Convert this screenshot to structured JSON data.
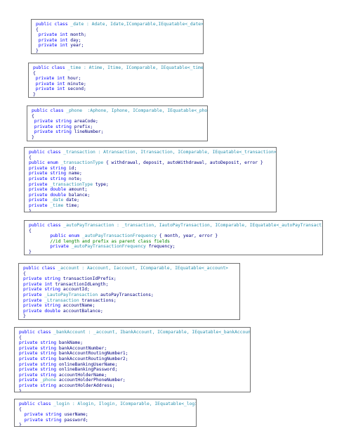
{
  "colors": {
    "keyword": "#0000ff",
    "type": "#2b91af",
    "comment": "#008000",
    "plain": "#000080",
    "border": "#707070"
  },
  "blocks": [
    {
      "name": "date-class-box",
      "lines": [
        [
          [
            "kw",
            "public class "
          ],
          [
            "ty",
            "_date : Adate, Idate,IComparable,IEquatable<_date>"
          ]
        ],
        [
          [
            "pl",
            "{"
          ]
        ],
        [
          [
            "pl",
            " "
          ],
          [
            "kw",
            "private int "
          ],
          [
            "pl",
            "month;"
          ]
        ],
        [
          [
            "pl",
            " "
          ],
          [
            "kw",
            "private int "
          ],
          [
            "pl",
            "day;"
          ]
        ],
        [
          [
            "pl",
            " "
          ],
          [
            "kw",
            "private int "
          ],
          [
            "pl",
            "year;"
          ]
        ],
        [
          [
            "pl",
            "}"
          ]
        ]
      ]
    },
    {
      "name": "time-class-box",
      "lines": [
        [
          [
            "kw",
            "public class "
          ],
          [
            "ty",
            "_time : Atime, Itime, IComparable, IEquatable<_time>"
          ]
        ],
        [
          [
            "pl",
            "{"
          ]
        ],
        [
          [
            "pl",
            " "
          ],
          [
            "kw",
            "private int "
          ],
          [
            "pl",
            "hour;"
          ]
        ],
        [
          [
            "pl",
            " "
          ],
          [
            "kw",
            "private int "
          ],
          [
            "pl",
            "minute;"
          ]
        ],
        [
          [
            "pl",
            " "
          ],
          [
            "kw",
            "private int "
          ],
          [
            "pl",
            "second;"
          ]
        ],
        [
          [
            "pl",
            "}"
          ]
        ]
      ]
    },
    {
      "name": "phone-class-box",
      "lines": [
        [
          [
            "kw",
            "public class "
          ],
          [
            "ty",
            "_phone  :Aphone, Iphone, IComparable, IEquatable<_phone>"
          ]
        ],
        [
          [
            "pl",
            "{"
          ]
        ],
        [
          [
            "pl",
            " "
          ],
          [
            "kw",
            "private string "
          ],
          [
            "pl",
            "areaCode;"
          ]
        ],
        [
          [
            "pl",
            " "
          ],
          [
            "kw",
            "private string "
          ],
          [
            "pl",
            "prefix;"
          ]
        ],
        [
          [
            "pl",
            " "
          ],
          [
            "kw",
            "private string "
          ],
          [
            "pl",
            "lineNumber;"
          ]
        ],
        [
          [
            "pl",
            "}"
          ]
        ]
      ]
    },
    {
      "name": "transaction-class-box",
      "lines": [
        [
          [
            "kw",
            "public class "
          ],
          [
            "ty",
            "_transaction : Atransaction, Itransaction, IComparable, IEquatable<_transaction>"
          ]
        ],
        [
          [
            "pl",
            "{"
          ]
        ],
        [
          [
            "kw",
            "public enum "
          ],
          [
            "ty",
            "_transactionType "
          ],
          [
            "pl",
            "{ withdrawal, deposit, autoWithdrawal, autoDeposit, error }"
          ]
        ],
        [
          [
            "kw",
            "private string "
          ],
          [
            "pl",
            "id;"
          ]
        ],
        [
          [
            "kw",
            "private string "
          ],
          [
            "pl",
            "name;"
          ]
        ],
        [
          [
            "kw",
            "private string "
          ],
          [
            "pl",
            "note;"
          ]
        ],
        [
          [
            "kw",
            "private "
          ],
          [
            "ty",
            "_transactionType "
          ],
          [
            "pl",
            "type;"
          ]
        ],
        [
          [
            "kw",
            "private double "
          ],
          [
            "pl",
            "amount;"
          ]
        ],
        [
          [
            "kw",
            "private double "
          ],
          [
            "pl",
            "balance;"
          ]
        ],
        [
          [
            "kw",
            "private "
          ],
          [
            "ty",
            "_date "
          ],
          [
            "pl",
            "date;"
          ]
        ],
        [
          [
            "kw",
            "private "
          ],
          [
            "ty",
            "_time "
          ],
          [
            "pl",
            "time;"
          ]
        ],
        [
          [
            "pl",
            "}"
          ]
        ]
      ]
    },
    {
      "name": "autopay-transaction-class-box",
      "lines": [
        [
          [
            "kw",
            "public class "
          ],
          [
            "ty",
            "_autoPayTransaction : _transaction, IautoPayTransaction, IComparable, IEquatable<_autoPayTransaction>"
          ]
        ],
        [
          [
            "pl",
            "{"
          ]
        ],
        [
          [
            "pl",
            "        "
          ],
          [
            "kw",
            "public enum "
          ],
          [
            "ty",
            "_autoPayTransactionFrequency "
          ],
          [
            "pl",
            "{ month, year, error }"
          ]
        ],
        [
          [
            "pl",
            "        "
          ],
          [
            "cm",
            "//id length and prefix as parent class fields"
          ]
        ],
        [
          [
            "pl",
            "        "
          ],
          [
            "kw",
            "private "
          ],
          [
            "ty",
            "_autoPayTransactionFrequency "
          ],
          [
            "pl",
            "frequency;"
          ]
        ],
        [
          [
            "pl",
            "}"
          ]
        ]
      ]
    },
    {
      "name": "account-class-box",
      "lines": [
        [
          [
            "kw",
            "public class "
          ],
          [
            "ty",
            "_account : Aaccount, Iaccount, IComparable, IEquatable<_account>"
          ]
        ],
        [
          [
            "pl",
            "{"
          ]
        ],
        [
          [
            "kw",
            "private string "
          ],
          [
            "pl",
            "transactionIdPrefix;"
          ]
        ],
        [
          [
            "kw",
            "private int "
          ],
          [
            "pl",
            "transactionIdLength;"
          ]
        ],
        [
          [
            "kw",
            "private string "
          ],
          [
            "pl",
            "accountId;"
          ]
        ],
        [
          [
            "kw",
            "private "
          ],
          [
            "ty",
            "_LautoPayTransaction "
          ],
          [
            "pl",
            "autoPayTransactions;"
          ]
        ],
        [
          [
            "kw",
            "private "
          ],
          [
            "ty",
            "_Ltransaction "
          ],
          [
            "pl",
            "transactions;"
          ]
        ],
        [
          [
            "kw",
            "private string "
          ],
          [
            "pl",
            "accountName;"
          ]
        ],
        [
          [
            "kw",
            "private double "
          ],
          [
            "pl",
            "accountBalance;"
          ]
        ],
        [
          [
            "pl",
            "}"
          ]
        ]
      ]
    },
    {
      "name": "bankaccount-class-box",
      "lines": [
        [
          [
            "kw",
            "public class "
          ],
          [
            "ty",
            "_bankAccount : _account, IbankAccount, IComparable, IEquatable<_bankAccount>"
          ]
        ],
        [
          [
            "pl",
            "{"
          ]
        ],
        [
          [
            "kw",
            "private string "
          ],
          [
            "pl",
            "bankName;"
          ]
        ],
        [
          [
            "kw",
            "private string "
          ],
          [
            "pl",
            "bankAccountNumber;"
          ]
        ],
        [
          [
            "kw",
            "private string "
          ],
          [
            "pl",
            "bankAccountRoutingNumber1;"
          ]
        ],
        [
          [
            "kw",
            "private string "
          ],
          [
            "pl",
            "bankAccountRoutingNumber2;"
          ]
        ],
        [
          [
            "kw",
            "private string "
          ],
          [
            "pl",
            "onlineBankingUserName;"
          ]
        ],
        [
          [
            "kw",
            "private string "
          ],
          [
            "pl",
            "onlineBankingPassword;"
          ]
        ],
        [
          [
            "kw",
            "private string "
          ],
          [
            "pl",
            "accountHolderName;"
          ]
        ],
        [
          [
            "kw",
            "private "
          ],
          [
            "ty",
            "_phone "
          ],
          [
            "pl",
            "accountHolderPhoneNumber;"
          ]
        ],
        [
          [
            "kw",
            "private string "
          ],
          [
            "pl",
            "accountHolderAddress;"
          ]
        ],
        [
          [
            "pl",
            "}"
          ]
        ]
      ]
    },
    {
      "name": "login-class-box",
      "lines": [
        [
          [
            "kw",
            "public class "
          ],
          [
            "ty",
            "_login : Alogin, Ilogin, IComparable, IEquatable<_login>"
          ]
        ],
        [
          [
            "pl",
            "{"
          ]
        ],
        [
          [
            "pl",
            "  "
          ],
          [
            "kw",
            "private string "
          ],
          [
            "pl",
            "userName;"
          ]
        ],
        [
          [
            "pl",
            "  "
          ],
          [
            "kw",
            "private string "
          ],
          [
            "pl",
            "password;"
          ]
        ],
        [
          [
            "pl",
            "}"
          ]
        ]
      ]
    }
  ]
}
